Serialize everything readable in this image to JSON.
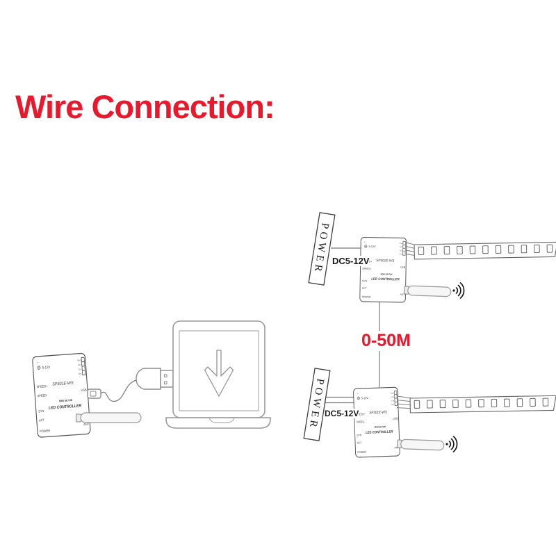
{
  "title": "Wire Connection:",
  "distance_label": "0-50M",
  "power_supply_label": "POWER",
  "dc_voltage_label": "DC5-12V",
  "controller": {
    "model": "SP301E-WS",
    "subtitle": "MINI SB DIN",
    "name": "LED CONTROLLER",
    "voltage": "5-12V",
    "jack_marks": "+ -",
    "left_labels": [
      "SPEED+",
      "SPEED-",
      "SYN",
      "ACT",
      "POWER"
    ],
    "pin_labels": [
      "GND",
      "DAT",
      "CLK",
      "VCC"
    ],
    "usb_label": "USB",
    "ant_label": "ANT"
  },
  "led_strip": {
    "count": 11
  },
  "colors": {
    "accent_red": "#e8192c",
    "dc_label_color": "#1b1b1b",
    "line_gray": "#6b6b6b"
  }
}
